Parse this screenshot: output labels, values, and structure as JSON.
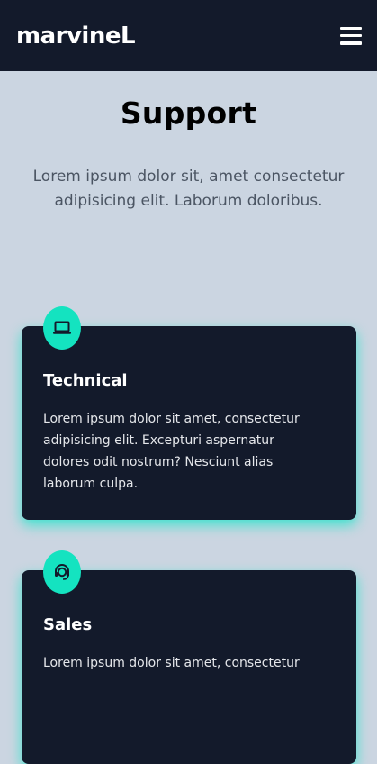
{
  "navbar": {
    "logo": "marvineL",
    "menu_icon": "hamburger-menu-icon"
  },
  "hero": {
    "title": "Support",
    "text": "Lorem ipsum dolor sit, amet consectetur adipisicing elit. Laborum doloribus."
  },
  "cards": [
    {
      "icon": "laptop-icon",
      "title": "Technical",
      "text": "Lorem ipsum dolor sit amet, consectetur adipisicing elit. Excepturi aspernatur dolores odit nostrum? Nesciunt alias laborum culpa."
    },
    {
      "icon": "headset-icon",
      "title": "Sales",
      "text": "Lorem ipsum dolor sit amet, consectetur"
    }
  ],
  "colors": {
    "navbar_bg": "#131a2b",
    "page_bg": "#cbd5e1",
    "accent": "#14e3c0"
  }
}
